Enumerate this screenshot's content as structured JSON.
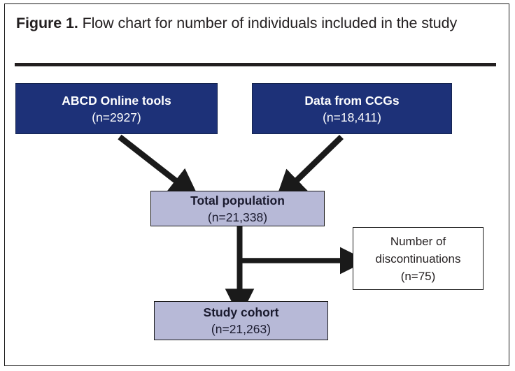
{
  "figure": {
    "label": "Figure 1.",
    "caption": "Flow chart for number of individuals included in the study"
  },
  "colors": {
    "source_box_fill": "#1d3178",
    "source_box_text": "#ffffff",
    "population_box_fill": "#b7b9d7",
    "population_box_text": "#1a1a2e",
    "exclusion_box_fill": "#ffffff",
    "exclusion_box_text": "#231f20",
    "arrow": "#1a1a1a",
    "rule": "#231f20",
    "frame": "#1a1a1a"
  },
  "chart_data": {
    "type": "diagram",
    "title": "Flow chart for number of individuals included in the study",
    "nodes": [
      {
        "id": "online-tools",
        "label": "ABCD Online tools",
        "count_label": "(n=2927)",
        "n": 2927,
        "style": "source"
      },
      {
        "id": "ccg-data",
        "label": "Data from CCGs",
        "count_label": "(n=18,411)",
        "n": 18411,
        "style": "source"
      },
      {
        "id": "total-population",
        "label": "Total population",
        "count_label": "(n=21,338)",
        "n": 21338,
        "style": "population"
      },
      {
        "id": "discontinuations",
        "label_line1": "Number of",
        "label_line2": "discontinuations",
        "count_label": "(n=75)",
        "n": 75,
        "style": "exclusion"
      },
      {
        "id": "study-cohort",
        "label": "Study cohort",
        "count_label": "(n=21,263)",
        "n": 21263,
        "style": "population"
      }
    ],
    "edges": [
      {
        "from": "online-tools",
        "to": "total-population"
      },
      {
        "from": "ccg-data",
        "to": "total-population"
      },
      {
        "from": "total-population",
        "to": "discontinuations"
      },
      {
        "from": "total-population",
        "to": "study-cohort"
      }
    ]
  }
}
